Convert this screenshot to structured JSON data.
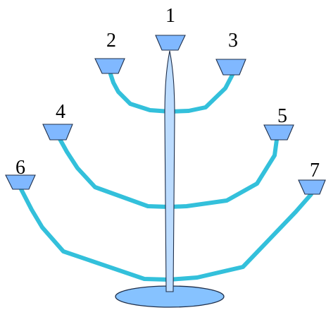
{
  "colors": {
    "background": "#ffffff",
    "arm": "#33c0db",
    "cup_fill": "#80b8ff",
    "cup_stroke": "#1f2f4a",
    "stem_fill": "#bcdcff",
    "base_fill": "#86c2ff",
    "outline": "#1f2f4a"
  },
  "holders": [
    {
      "label": "1"
    },
    {
      "label": "2"
    },
    {
      "label": "3"
    },
    {
      "label": "4"
    },
    {
      "label": "5"
    },
    {
      "label": "6"
    },
    {
      "label": "7"
    }
  ]
}
